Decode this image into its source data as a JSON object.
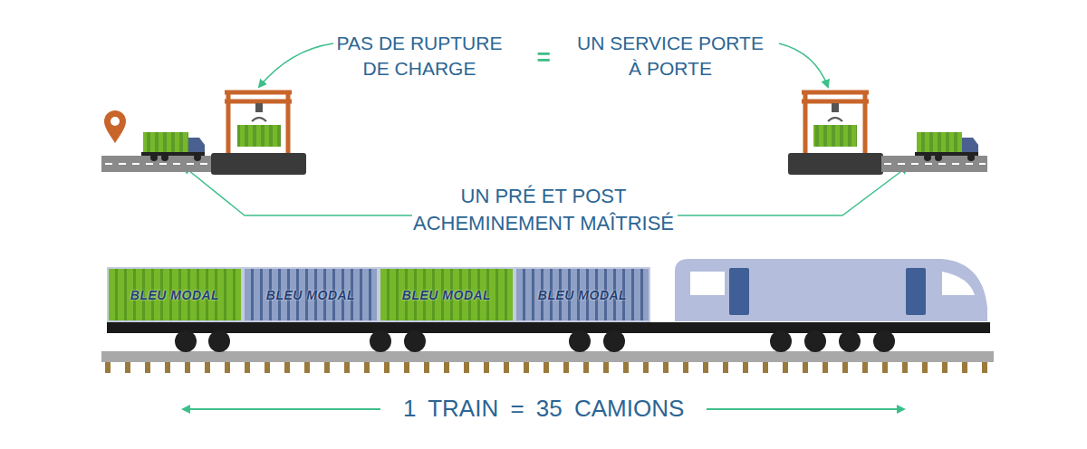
{
  "diagram": {
    "nodes": [
      {
        "text": [
          "BLEU MODAL"
        ]
      },
      {
        "text": [
          "BLEU MODAL"
        ]
      },
      {
        "text": [
          "BLEU MODAL"
        ]
      },
      {
        "text": [
          "BLEU MODAL"
        ]
      }
    ],
    "labels": [
      "PAS DE RUPTURE DE CHARGE",
      "=",
      "UN SERVICE PORTE À PORTE",
      "UN PRÉ ET POST ACHEMINEMENT MAÎTRISÉ",
      "1 TRAIN = 35 CAMIONS"
    ]
  }
}
